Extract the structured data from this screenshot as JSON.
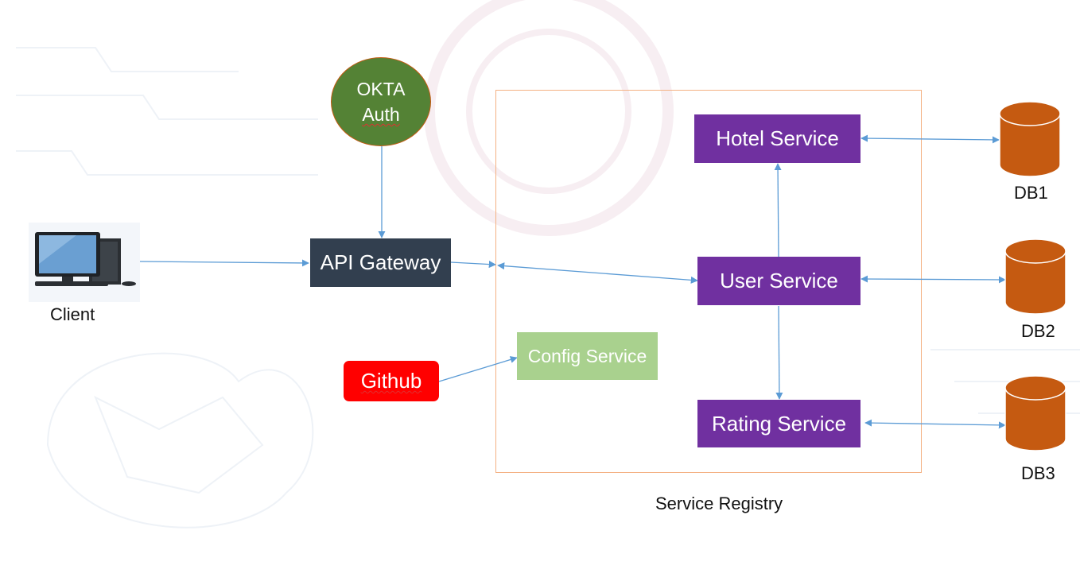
{
  "nodes": {
    "okta_line1": "OKTA",
    "okta_line2": "Auth",
    "api_gateway": "API Gateway",
    "client": "Client",
    "github": "Github",
    "config_service": "Config Service",
    "hotel_service": "Hotel Service",
    "user_service": "User Service",
    "rating_service": "Rating Service",
    "db1": "DB1",
    "db2": "DB2",
    "db3": "DB3",
    "service_registry": "Service Registry"
  },
  "colors": {
    "service_fill": "#7030a0",
    "gateway_fill": "#323f4f",
    "okta_fill": "#548235",
    "github_fill": "#ff0000",
    "config_fill": "#a9d18e",
    "db_fill": "#c55a11",
    "registry_border": "#f4b183",
    "arrow": "#5b9bd5"
  },
  "icons": {
    "client": "desktop-computer-icon",
    "database": "database-cylinder-icon"
  }
}
